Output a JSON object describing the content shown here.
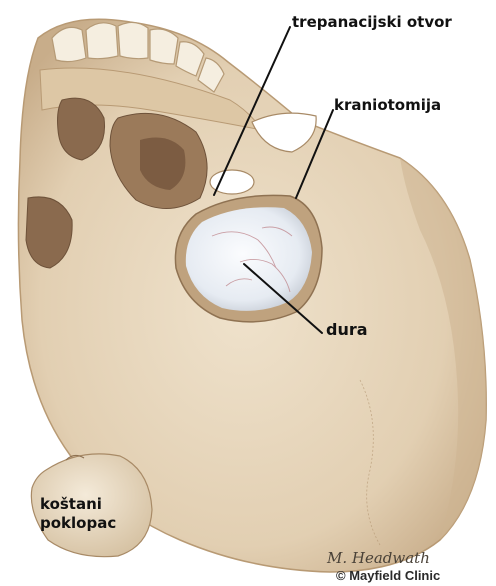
{
  "labels": {
    "burr_hole": "trepanacijski otvor",
    "craniotomy": "kraniotomija",
    "dura": "dura",
    "bone_flap_line1": "koštani",
    "bone_flap_line2": "poklopac"
  },
  "credits": {
    "signature": "M. Headwath",
    "copyright": "© Mayfield Clinic"
  },
  "colors": {
    "bone": "#e6d6bd",
    "bone_shadow": "#c4ac8c",
    "dura": "#eef1f6",
    "leader_line": "#111111"
  }
}
